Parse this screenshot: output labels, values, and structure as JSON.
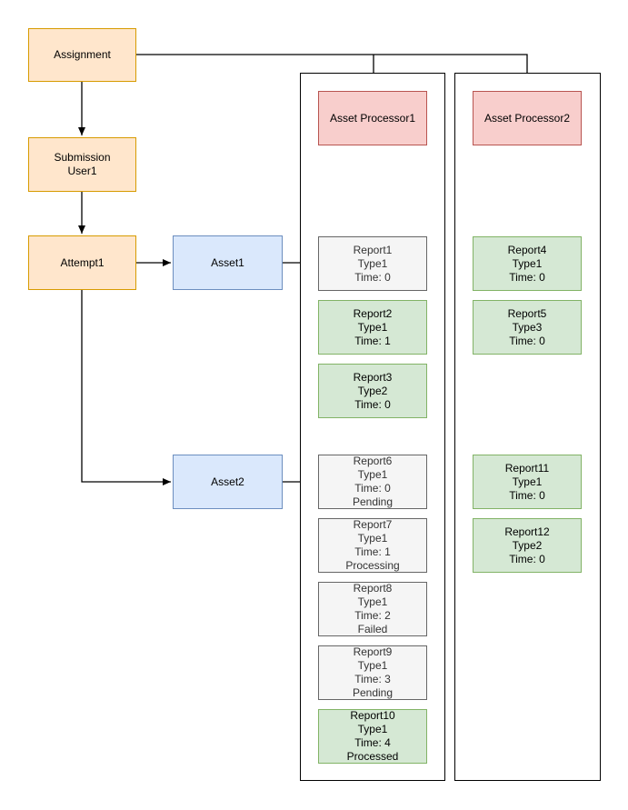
{
  "diagram": {
    "nodes": {
      "assignment": {
        "label": "Assignment"
      },
      "submission": {
        "lines": [
          "Submission",
          "User1"
        ]
      },
      "attempt1": {
        "label": "Attempt1"
      },
      "asset1": {
        "label": "Asset1"
      },
      "asset2": {
        "label": "Asset2"
      },
      "processor1": {
        "label": "Asset Processor1"
      },
      "processor2": {
        "label": "Asset Processor2"
      }
    },
    "reports": {
      "report1": {
        "name": "Report1",
        "type": "Type1",
        "time": "Time: 0"
      },
      "report2": {
        "name": "Report2",
        "type": "Type1",
        "time": "Time: 1"
      },
      "report3": {
        "name": "Report3",
        "type": "Type2",
        "time": "Time: 0"
      },
      "report4": {
        "name": "Report4",
        "type": "Type1",
        "time": "Time: 0"
      },
      "report5": {
        "name": "Report5",
        "type": "Type3",
        "time": "Time: 0"
      },
      "report6": {
        "name": "Report6",
        "type": "Type1",
        "time": "Time: 0",
        "status": "Pending"
      },
      "report7": {
        "name": "Report7",
        "type": "Type1",
        "time": "Time: 1",
        "status": "Processing"
      },
      "report8": {
        "name": "Report8",
        "type": "Type1",
        "time": "Time: 2",
        "status": "Failed"
      },
      "report9": {
        "name": "Report9",
        "type": "Type1",
        "time": "Time: 3",
        "status": "Pending"
      },
      "report10": {
        "name": "Report10",
        "type": "Type1",
        "time": "Time: 4",
        "status": "Processed"
      },
      "report11": {
        "name": "Report11",
        "type": "Type1",
        "time": "Time: 0"
      },
      "report12": {
        "name": "Report12",
        "type": "Type2",
        "time": "Time: 0"
      }
    },
    "colors": {
      "flow_node_fill": "#FFE6CC",
      "flow_node_stroke": "#D79B00",
      "asset_fill": "#DAE8FC",
      "asset_stroke": "#6C8EBF",
      "processor_fill": "#F8CECC",
      "processor_stroke": "#B85450",
      "report_done_fill": "#D5E8D4",
      "report_done_stroke": "#82B366",
      "report_pending_fill": "#F5F5F5",
      "report_pending_stroke": "#666666",
      "report_pending_text": "#333333",
      "connector": "#000000"
    }
  }
}
